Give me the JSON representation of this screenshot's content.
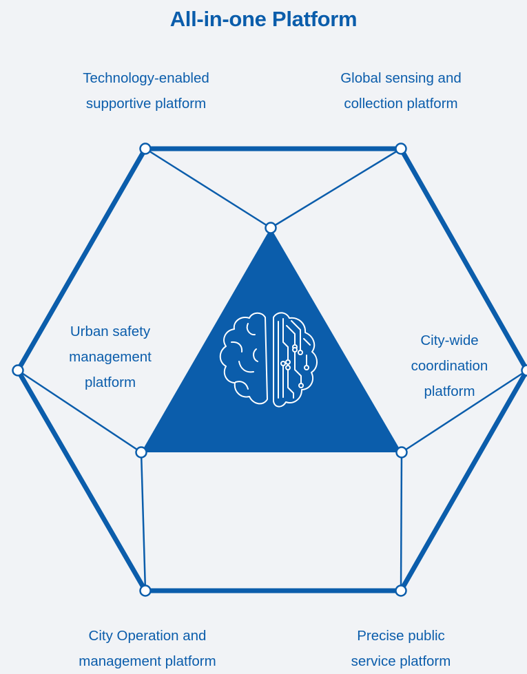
{
  "title": "All-in-one Platform",
  "colors": {
    "accent": "#0b5dab",
    "background": "#f1f3f6",
    "node_fill": "#ffffff"
  },
  "center_icon": "brain-circuit-icon",
  "platforms": {
    "top_left": "Technology-enabled\nsupportive platform",
    "top_right": "Global sensing and\ncollection platform",
    "middle_left": "Urban safety\nmanagement\nplatform",
    "middle_right": "City-wide\ncoordination\nplatform",
    "bottom_left": "City Operation and\nmanagement platform",
    "bottom_right": "Precise public\nservice platform"
  }
}
